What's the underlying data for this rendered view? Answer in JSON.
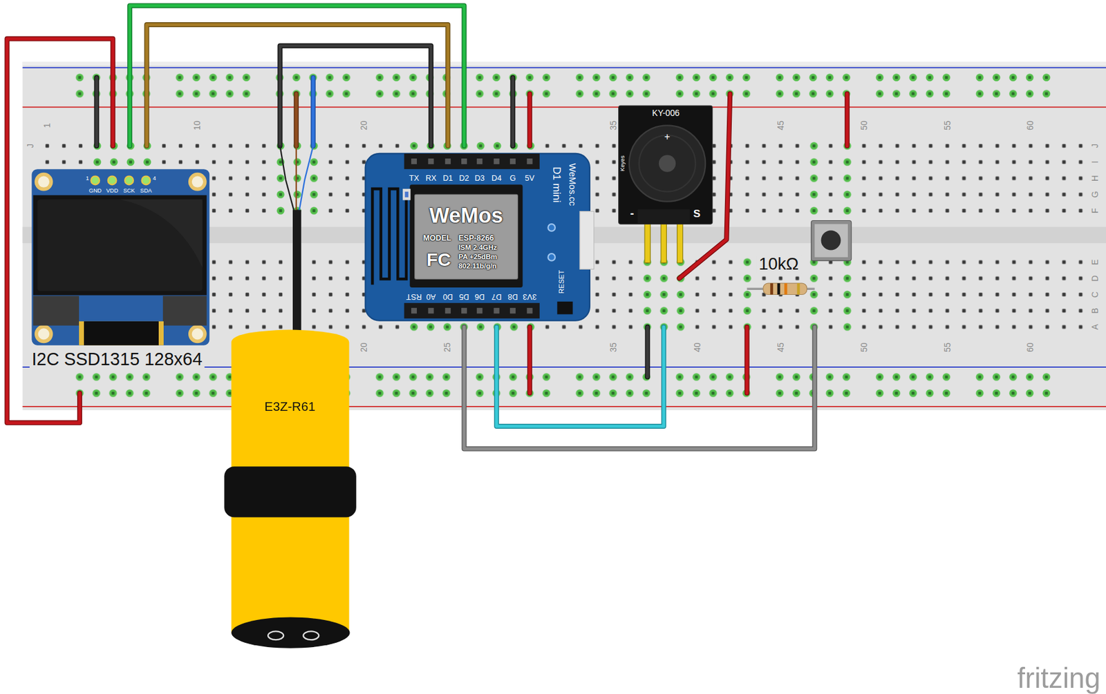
{
  "diagram": {
    "nodes": [
      {
        "text": [
          "1",
          "10",
          "20",
          "35",
          "45",
          "50",
          "55",
          "60",
          "20",
          "25",
          "35",
          "40",
          "45",
          "50",
          "55",
          "60",
          "J",
          "I",
          "H",
          "G",
          "F",
          "E",
          "D",
          "C",
          "B",
          "A",
          "J"
        ]
      },
      {
        "text": [
          "I2C SSD1315 128x64",
          "1",
          "GND",
          "VDD",
          "SCK",
          "SDA",
          "4"
        ],
        "in": 0
      },
      {
        "text": [
          "TX",
          "RX",
          "D1",
          "D2",
          "D3",
          "D4",
          "G",
          "5V",
          "D1 mini",
          "WeMos.cc",
          "WeMos",
          "MODEL",
          "ESP-8266",
          "FC",
          "ISM 2.4GHz",
          "PA +25dBm",
          "802.11b/g/n",
          "RESET",
          "RST",
          "A0",
          "D0",
          "D5",
          "D6",
          "D7",
          "D8",
          "3V3"
        ],
        "in": 0
      },
      {
        "text": [
          "KY-006",
          "+",
          "Keyes",
          "-",
          "S"
        ],
        "in": 0
      },
      {
        "text": [
          "10kΩ"
        ],
        "in": 0
      },
      {
        "text": [
          "E3Z-R61"
        ]
      }
    ],
    "labels": [
      "fritzing"
    ]
  }
}
